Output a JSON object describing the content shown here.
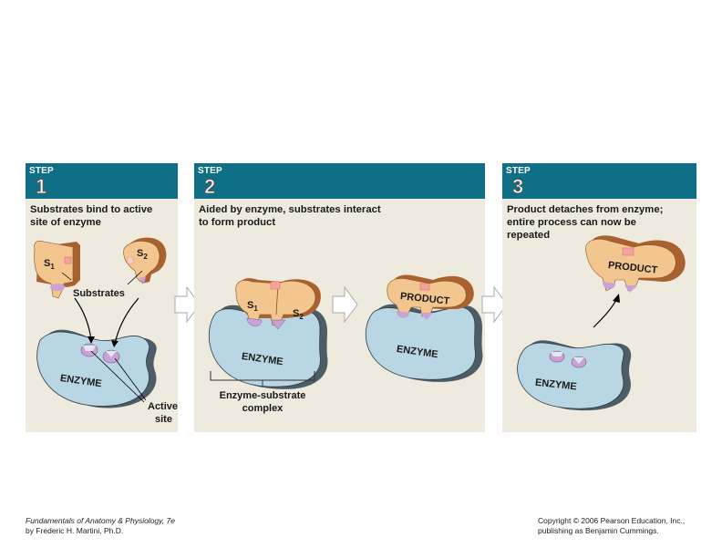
{
  "steps": [
    {
      "label": "STEP",
      "number": "1",
      "description_lines": [
        "Substrates bind to active",
        "site of enzyme"
      ]
    },
    {
      "label": "STEP",
      "number": "2",
      "description_lines": [
        "Aided by enzyme, substrates interact",
        "to form product"
      ]
    },
    {
      "label": "STEP",
      "number": "3",
      "description_lines": [
        "Product detaches from enzyme;",
        "entire process can now be",
        "repeated"
      ]
    }
  ],
  "labels": {
    "s1": "S",
    "s1_sub": "1",
    "s2": "S",
    "s2_sub": "2",
    "substrates": "Substrates",
    "enzyme": "ENZYME",
    "active_site_line1": "Active",
    "active_site_line2": "site",
    "complex_line1": "Enzyme-substrate",
    "complex_line2": "complex",
    "product": "PRODUCT"
  },
  "colors": {
    "header": "#0f6f86",
    "panel": "#eeeadd",
    "enzyme": "#b9d6e4",
    "enzyme_edge": "#55676f",
    "substrate": "#f2c68e",
    "substrate_edge": "#9a5a2a",
    "active_site": "#c9a2d6"
  },
  "footer": {
    "book_title": "Fundamentals of Anatomy & Physiology, 7e",
    "author": "by Frederic H. Martini, Ph.D.",
    "copyright": "Copyright © 2006 Pearson Education, Inc.,",
    "publisher": "publishing as Benjamin Cummings."
  }
}
